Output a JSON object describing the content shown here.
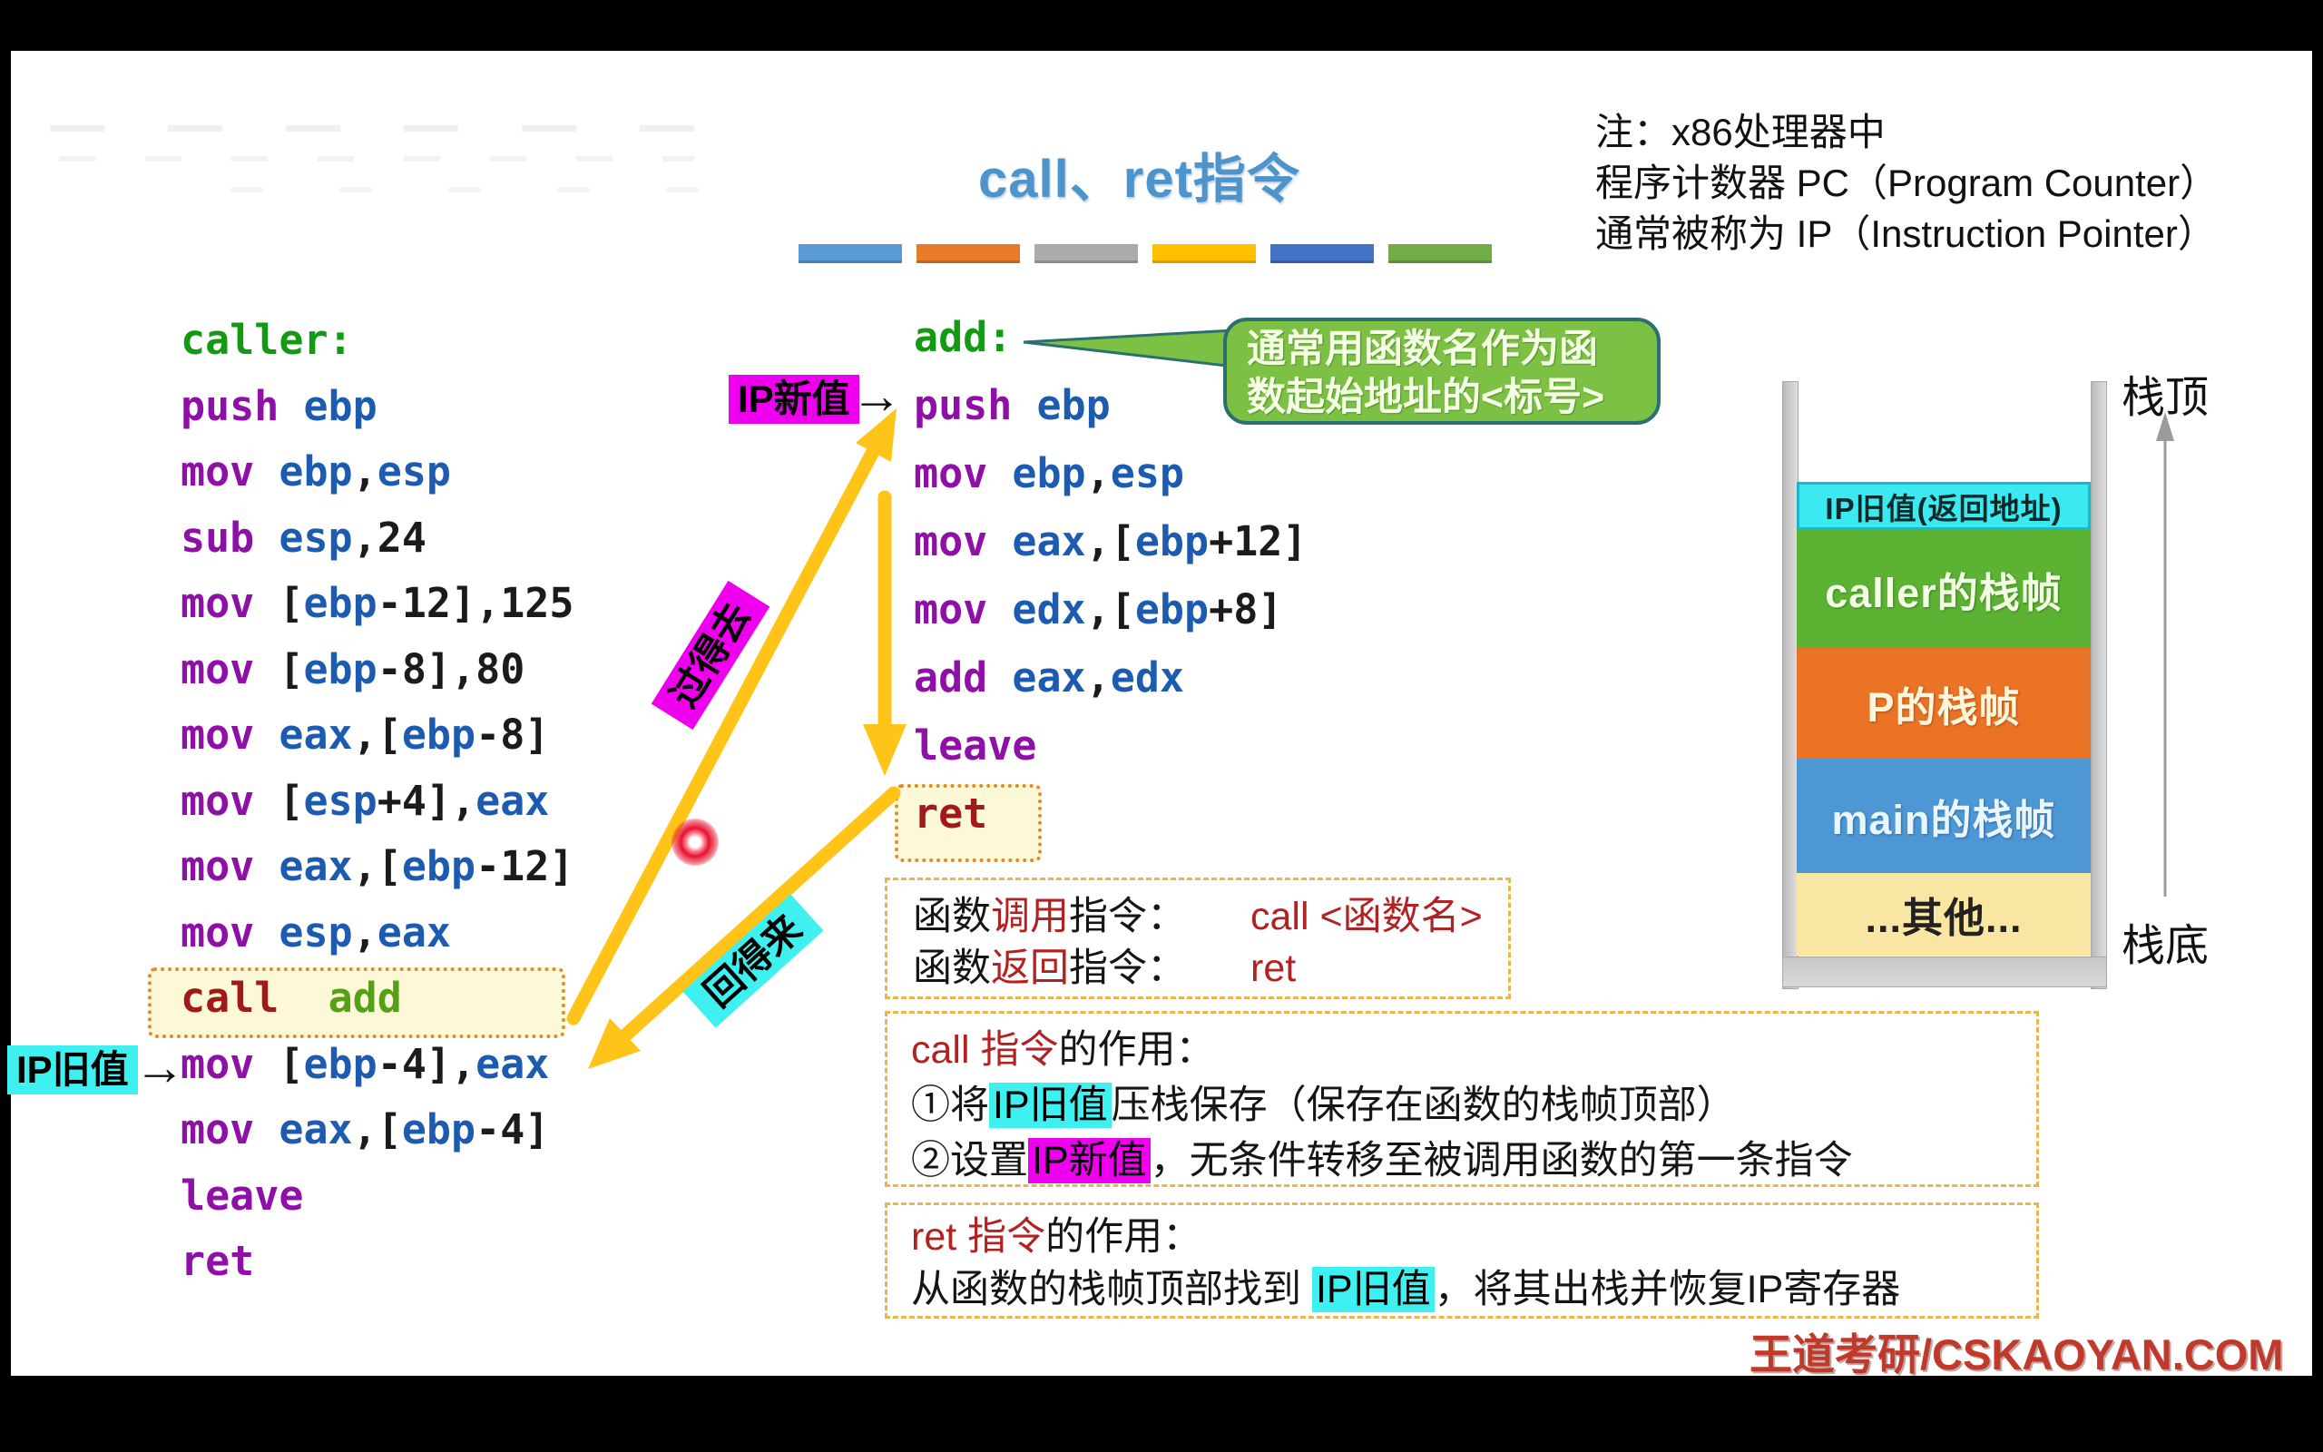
{
  "title": {
    "text": "call、ret指令",
    "bar_colors": [
      "#5B9BD5",
      "#E87B28",
      "#ABABAB",
      "#FFC000",
      "#4472C4",
      "#70AD47"
    ]
  },
  "note": {
    "lines": [
      "注：x86处理器中",
      "程序计数器 PC（Program Counter）",
      "通常被称为 IP（Instruction Pointer）"
    ]
  },
  "caller_code": {
    "lines": [
      {
        "tokens": [
          [
            "lbl",
            "caller:"
          ]
        ]
      },
      {
        "tokens": [
          [
            "op",
            "push"
          ],
          [
            "pl",
            " "
          ],
          [
            "reg",
            "ebp"
          ]
        ]
      },
      {
        "tokens": [
          [
            "op",
            "mov"
          ],
          [
            "pl",
            " "
          ],
          [
            "reg",
            "ebp"
          ],
          [
            "pl",
            ","
          ],
          [
            "reg",
            "esp"
          ]
        ]
      },
      {
        "tokens": [
          [
            "op",
            "sub"
          ],
          [
            "pl",
            " "
          ],
          [
            "reg",
            "esp"
          ],
          [
            "pl",
            ",24"
          ]
        ]
      },
      {
        "tokens": [
          [
            "op",
            "mov"
          ],
          [
            "pl",
            " ["
          ],
          [
            "reg",
            "ebp"
          ],
          [
            "pl",
            "-12],125"
          ]
        ]
      },
      {
        "tokens": [
          [
            "op",
            "mov"
          ],
          [
            "pl",
            " ["
          ],
          [
            "reg",
            "ebp"
          ],
          [
            "pl",
            "-8],80"
          ]
        ]
      },
      {
        "tokens": [
          [
            "op",
            "mov"
          ],
          [
            "pl",
            " "
          ],
          [
            "reg",
            "eax"
          ],
          [
            "pl",
            ",["
          ],
          [
            "reg",
            "ebp"
          ],
          [
            "pl",
            "-8]"
          ]
        ]
      },
      {
        "tokens": [
          [
            "op",
            "mov"
          ],
          [
            "pl",
            " ["
          ],
          [
            "reg",
            "esp"
          ],
          [
            "pl",
            "+4],"
          ],
          [
            "reg",
            "eax"
          ]
        ]
      },
      {
        "tokens": [
          [
            "op",
            "mov"
          ],
          [
            "pl",
            " "
          ],
          [
            "reg",
            "eax"
          ],
          [
            "pl",
            ",["
          ],
          [
            "reg",
            "ebp"
          ],
          [
            "pl",
            "-12]"
          ]
        ]
      },
      {
        "tokens": [
          [
            "op",
            "mov"
          ],
          [
            "pl",
            " "
          ],
          [
            "reg",
            "esp"
          ],
          [
            "pl",
            ","
          ],
          [
            "reg",
            "eax"
          ]
        ]
      },
      {
        "tokens": [
          [
            "kw",
            "call"
          ],
          [
            "pl",
            "  "
          ],
          [
            "fn",
            "add"
          ]
        ]
      },
      {
        "tokens": [
          [
            "op",
            "mov"
          ],
          [
            "pl",
            " ["
          ],
          [
            "reg",
            "ebp"
          ],
          [
            "pl",
            "-4],"
          ],
          [
            "reg",
            "eax"
          ]
        ]
      },
      {
        "tokens": [
          [
            "op",
            "mov"
          ],
          [
            "pl",
            " "
          ],
          [
            "reg",
            "eax"
          ],
          [
            "pl",
            ",["
          ],
          [
            "reg",
            "ebp"
          ],
          [
            "pl",
            "-4]"
          ]
        ]
      },
      {
        "tokens": [
          [
            "op",
            "leave"
          ]
        ]
      },
      {
        "tokens": [
          [
            "op",
            "ret"
          ]
        ]
      }
    ]
  },
  "add_code": {
    "lines": [
      {
        "tokens": [
          [
            "lbl",
            "add:"
          ]
        ]
      },
      {
        "tokens": [
          [
            "op",
            "push"
          ],
          [
            "pl",
            " "
          ],
          [
            "reg",
            "ebp"
          ]
        ]
      },
      {
        "tokens": [
          [
            "op",
            "mov"
          ],
          [
            "pl",
            " "
          ],
          [
            "reg",
            "ebp"
          ],
          [
            "pl",
            ","
          ],
          [
            "reg",
            "esp"
          ]
        ]
      },
      {
        "tokens": [
          [
            "op",
            "mov"
          ],
          [
            "pl",
            " "
          ],
          [
            "reg",
            "eax"
          ],
          [
            "pl",
            ",["
          ],
          [
            "reg",
            "ebp"
          ],
          [
            "pl",
            "+12]"
          ]
        ]
      },
      {
        "tokens": [
          [
            "op",
            "mov"
          ],
          [
            "pl",
            " "
          ],
          [
            "reg",
            "edx"
          ],
          [
            "pl",
            ",["
          ],
          [
            "reg",
            "ebp"
          ],
          [
            "pl",
            "+8]"
          ]
        ]
      },
      {
        "tokens": [
          [
            "op",
            "add"
          ],
          [
            "pl",
            " "
          ],
          [
            "reg",
            "eax"
          ],
          [
            "pl",
            ","
          ],
          [
            "reg",
            "edx"
          ]
        ]
      },
      {
        "tokens": [
          [
            "op",
            "leave"
          ]
        ]
      },
      {
        "tokens": [
          [
            "kw",
            "ret"
          ]
        ]
      }
    ]
  },
  "labels": {
    "ip_new": "IP新值",
    "ip_old": "IP旧值",
    "arrow_right": "→",
    "go": "过得去",
    "back": "回得来"
  },
  "bubble": {
    "line1": "通常用函数名作为函",
    "line2": "数起始地址的<标号>"
  },
  "stack": {
    "top_label": "栈顶",
    "bottom_label": "栈底",
    "frames": [
      {
        "label": "IP旧值(返回地址)"
      },
      {
        "label": "caller的栈帧"
      },
      {
        "label": "P的栈帧"
      },
      {
        "label": "main的栈帧"
      },
      {
        "label": "...其他..."
      }
    ]
  },
  "box_instr": {
    "rows": [
      {
        "pre": "函数",
        "hl": "调用",
        "post": "指令：",
        "right": "call <函数名>"
      },
      {
        "pre": "函数",
        "hl": "返回",
        "post": "指令：",
        "right": "ret"
      }
    ]
  },
  "box_call": {
    "kw": "call 指令",
    "title_rest": "的作用：",
    "l1_pre": "①将",
    "l1_hl": "IP旧值",
    "l1_post": "压栈保存（保存在函数的栈帧顶部）",
    "l2_pre": "②设置",
    "l2_hl": "IP新值",
    "l2_post": "，无条件转移至被调用函数的第一条指令"
  },
  "box_ret": {
    "kw": "ret 指令",
    "title_rest": "的作用：",
    "l_pre": "从函数的栈帧顶部找到 ",
    "l_hl": "IP旧值",
    "l_post": "，将其出栈并恢复IP寄存器"
  },
  "watermark": "王道考研/CSKAOYAN.COM",
  "colors": {
    "arrow_yellow": "#FFC417",
    "title_blue": "#4C94CB",
    "highlight_cyan": "#3FF0F0",
    "highlight_magenta": "#EE00EE",
    "bubble_green": "#7CC143",
    "watermark_red": "#C0392B"
  }
}
